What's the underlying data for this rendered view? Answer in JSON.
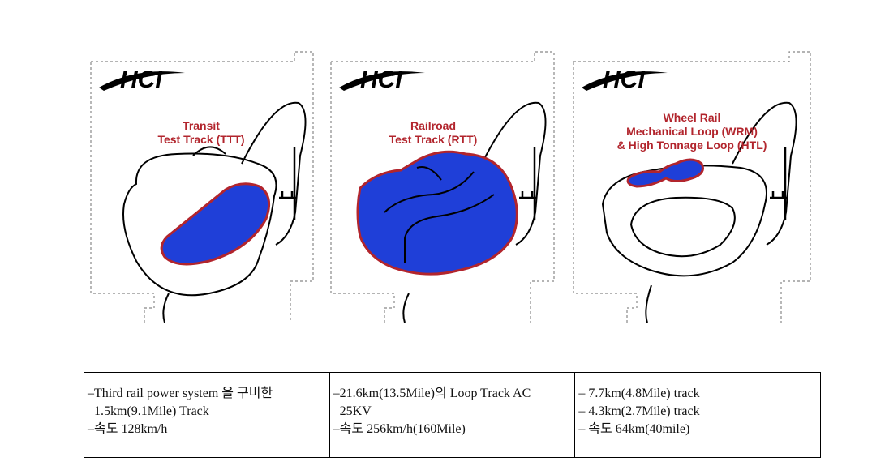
{
  "colors": {
    "fill": "#1f3fd8",
    "outline": "#b2252d",
    "label": "#b2252d",
    "line": "#000000"
  },
  "panels": [
    {
      "logo": "HCI",
      "label_lines": [
        "Transit",
        "Test Track (TTT)"
      ]
    },
    {
      "logo": "HCI",
      "label_lines": [
        "Railroad",
        "Test Track (RTT)"
      ]
    },
    {
      "logo": "HCI",
      "label_lines": [
        "Wheel Rail",
        "Mechanical Loop (WRM)",
        "& High Tonnage Loop (HTL)"
      ]
    }
  ],
  "table": {
    "cells": [
      {
        "lines": [
          "–Third rail power system 을 구비한",
          "1.5km(9.1Mile) Track",
          "–속도 128km/h"
        ]
      },
      {
        "lines": [
          "–21.6km(13.5Mile)의 Loop   Track  AC",
          "25KV",
          "–속도 256km/h(160Mile)"
        ]
      },
      {
        "lines": [
          "– 7.7km(4.8Mile) track",
          "– 4.3km(2.7Mile) track",
          "– 속도   64km(40mile)"
        ]
      }
    ]
  }
}
